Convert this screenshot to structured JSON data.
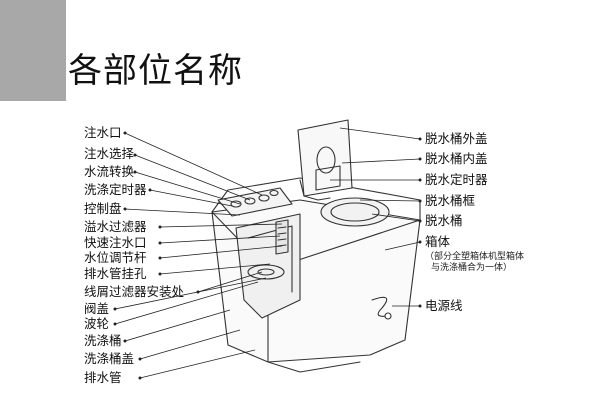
{
  "title": "各部位名称",
  "labels_left": [
    "注水口",
    "注水选择",
    "水流转换",
    "洗涤定时器",
    "控制盘",
    "溢水过滤器",
    "快速注水口",
    "水位调节杆",
    "排水管挂孔",
    "线屑过滤器安装处",
    "阀盖",
    "波轮",
    "洗涤桶",
    "洗涤桶盖",
    "排水管"
  ],
  "labels_right": [
    "脱水桶外盖",
    "脱水桶内盖",
    "脱水定时器",
    "脱水桶框",
    "脱水桶",
    "箱体"
  ],
  "cabinet_note": {
    "line1": "（部分全塑箱体机型箱体",
    "line2": "与洗涤桶合为一体）"
  },
  "power_cord_label": "电源线"
}
